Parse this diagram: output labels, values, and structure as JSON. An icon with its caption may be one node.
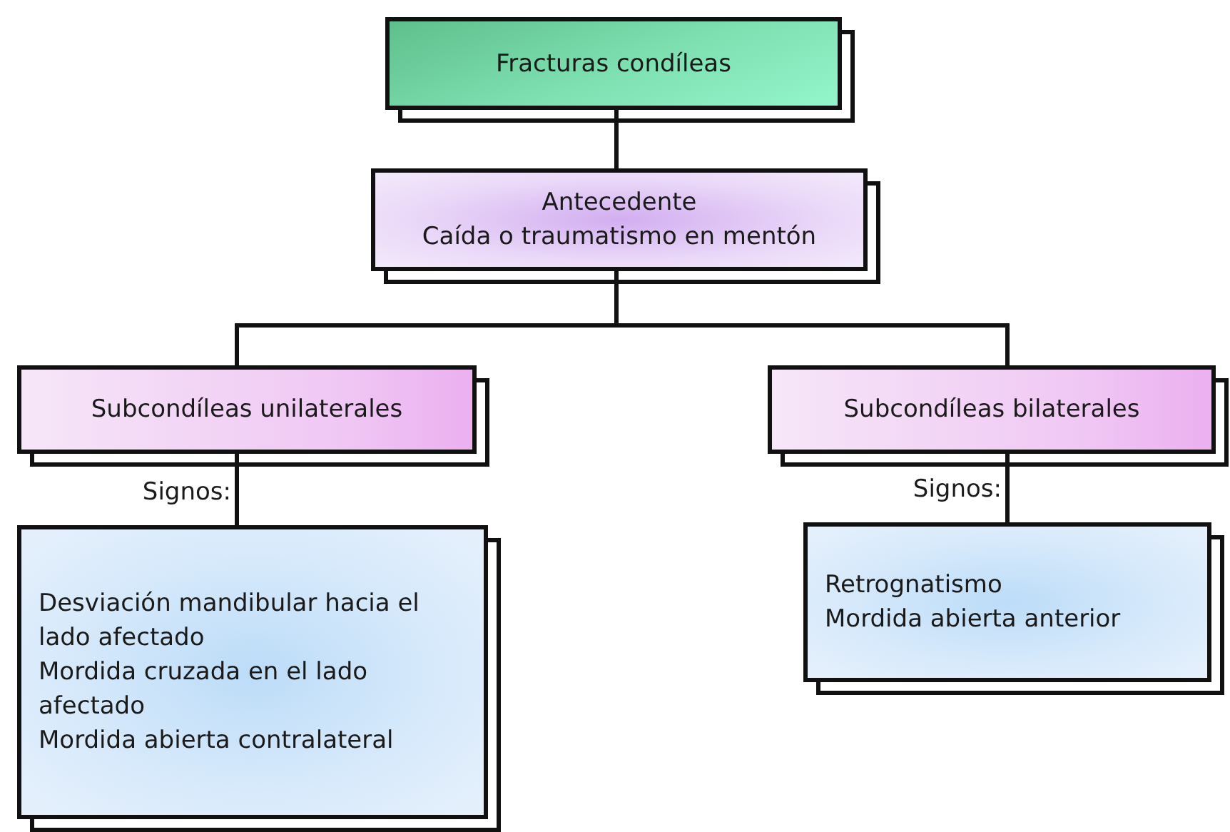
{
  "diagram": {
    "nodes": [
      {
        "text": [
          "Fracturas condíleas"
        ]
      },
      {
        "text": [
          "Antecedente",
          "Caída o traumatismo en mentón"
        ]
      },
      {
        "text": [
          "Subcondíleas unilaterales"
        ]
      },
      {
        "text": [
          "Subcondíleas bilaterales"
        ]
      },
      {
        "text": [
          "Desviación mandibular hacia el lado afectado",
          "Mordida cruzada en el lado afectado",
          "Mordida abierta contralateral"
        ]
      },
      {
        "text": [
          "Retrognatismo",
          "Mordida abierta anterior"
        ]
      }
    ],
    "edges": [
      {
        "from": 0,
        "to": 1,
        "arrow": "none"
      },
      {
        "from": 1,
        "to": 2,
        "arrow": "none"
      },
      {
        "from": 1,
        "to": 3,
        "arrow": "none"
      },
      {
        "from": 2,
        "to": 4,
        "arrow": "none",
        "label": "Signos:"
      },
      {
        "from": 3,
        "to": 5,
        "arrow": "none",
        "label": "Signos:"
      }
    ]
  }
}
